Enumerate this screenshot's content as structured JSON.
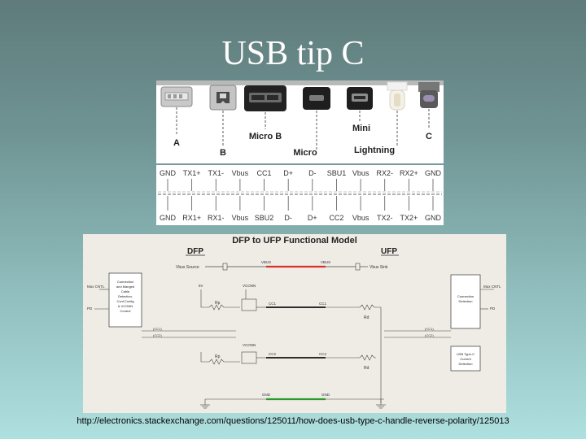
{
  "slide": {
    "title": "USB tip C",
    "caption": "http://electronics.stackexchange.com/questions/125011/how-does-usb-type-c-handle-reverse-polarity/125013"
  },
  "connectors": {
    "labels": [
      "A",
      "B",
      "Micro B",
      "Micro",
      "Mini",
      "Lightning",
      "C"
    ]
  },
  "pinout": {
    "top_row": [
      "GND",
      "TX1+",
      "TX1-",
      "Vbus",
      "CC1",
      "D+",
      "D-",
      "SBU1",
      "Vbus",
      "RX2-",
      "RX2+",
      "GND"
    ],
    "bottom_row": [
      "GND",
      "RX1+",
      "RX1-",
      "Vbus",
      "SBU2",
      "D-",
      "D+",
      "CC2",
      "Vbus",
      "TX2-",
      "TX2+",
      "GND"
    ]
  },
  "diagram": {
    "title": "DFP to UFP Functional Model",
    "dfp_label": "DFP",
    "ufp_label": "UFP",
    "vbus_source": "Vbus Source",
    "vbus_sink": "Vbus Sink",
    "vbus": "VBUS",
    "dfp_block": [
      "Connection",
      "and Manged",
      "Cable",
      "Detection,",
      "Conf.Config",
      "& VCONN",
      "Control"
    ],
    "ufp_block": [
      "Connection",
      "Detection"
    ],
    "current_block": [
      "USB Type-C",
      "Current",
      "Detection"
    ],
    "mux_ctrl_left": "Mux CNTL",
    "mux_ctrl_right": "Mux CNTL",
    "pd_left": "PD",
    "pd_right": "PD",
    "v5": "5V",
    "vconn": "VCONN",
    "rp": "Rp",
    "rd": "Rd",
    "cc1": "CC1",
    "cc2": "CC2",
    "cc1_paren": "(CC1)",
    "cc2_paren": "(CC2)",
    "gnd": "GND"
  },
  "colors": {
    "vbus_line": "#d83030",
    "gnd_line": "#2a9a30"
  }
}
